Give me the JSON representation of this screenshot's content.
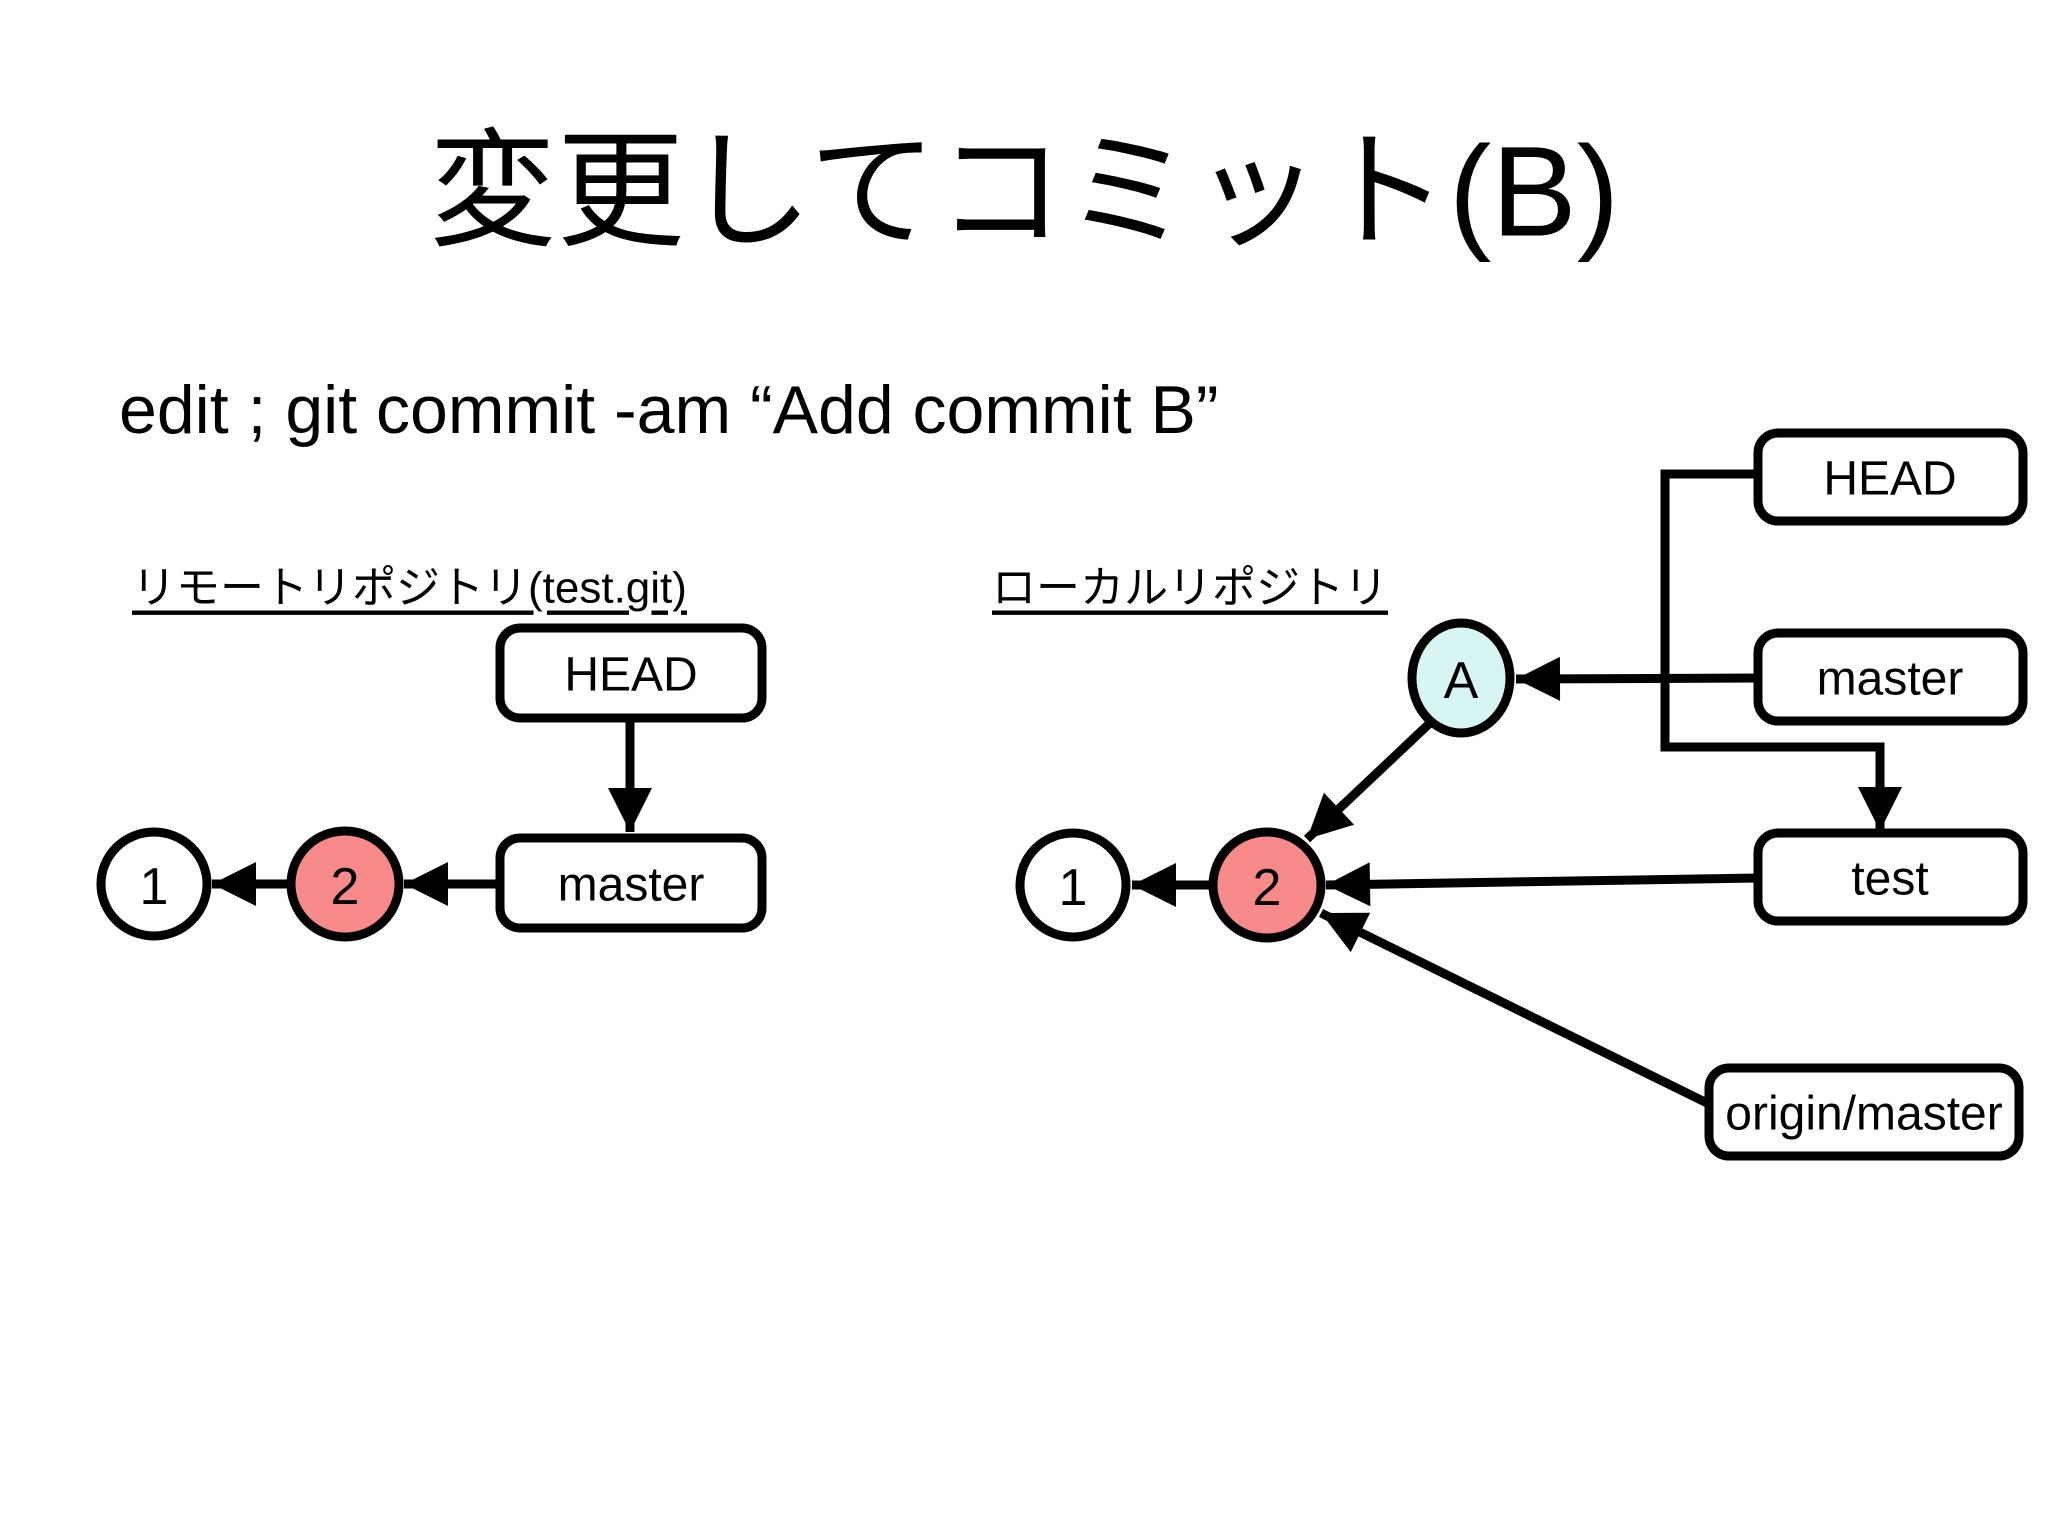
{
  "slide": {
    "title": "変更してコミット(B)",
    "command": "edit ; git commit -am “Add commit B”"
  },
  "remote_repo": {
    "section_label": "リモートリポジトリ(test.git)",
    "head_box_label": "HEAD",
    "master_box_label": "master",
    "commit_1_label": "1",
    "commit_2_label": "2"
  },
  "local_repo": {
    "section_label": "ローカルリポジトリ",
    "head_box_label": "HEAD",
    "master_box_label": "master",
    "test_box_label": "test",
    "origin_master_box_label": "origin/master",
    "commit_1_label": "1",
    "commit_2_label": "2",
    "commit_a_label": "A"
  },
  "colors": {
    "commit_default_fill": "#ffffff",
    "commit_pushed_fill": "#f88a8a",
    "commit_new_fill": "#d6f5f3",
    "box_fill": "#ffffff",
    "line": "#000000"
  }
}
